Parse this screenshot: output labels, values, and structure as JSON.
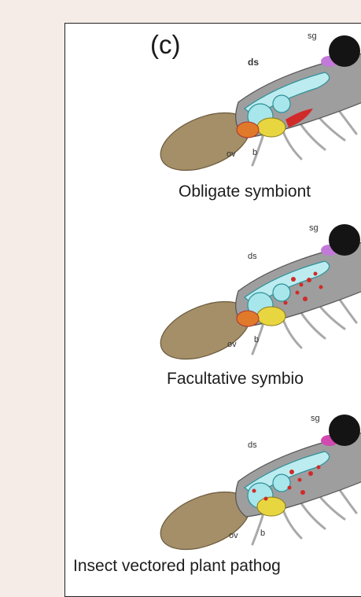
{
  "figure": {
    "panel_label": "(c)",
    "labels": {
      "sg": "sg",
      "ds": "ds",
      "ov": "ov",
      "b": "b"
    },
    "captions": [
      "Obligate symbiont",
      "Facultative symbio",
      "Insect vectored plant pathog"
    ]
  }
}
